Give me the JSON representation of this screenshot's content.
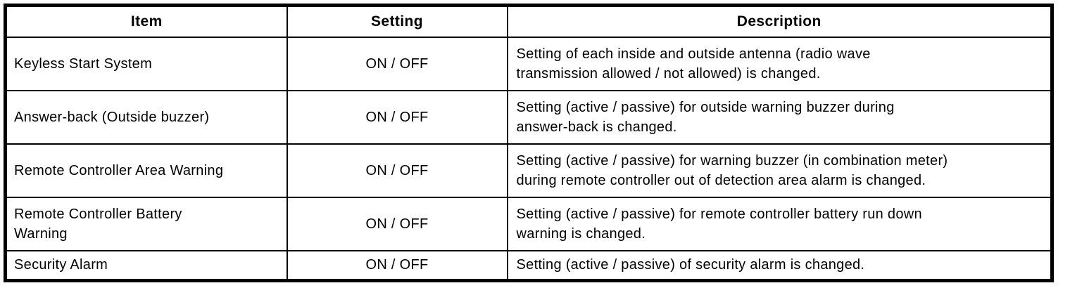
{
  "table": {
    "columns": [
      {
        "label": "Item"
      },
      {
        "label": "Setting"
      },
      {
        "label": "Description"
      }
    ],
    "rows": [
      {
        "item": "Keyless Start System",
        "setting": "ON / OFF",
        "description": "Setting of each inside and outside antenna (radio wave\ntransmission allowed / not allowed) is changed."
      },
      {
        "item": "Answer-back (Outside buzzer)",
        "setting": "ON / OFF",
        "description": "Setting (active / passive) for outside warning buzzer during\nanswer-back is changed."
      },
      {
        "item": "Remote Controller Area Warning",
        "setting": "ON / OFF",
        "description": "Setting (active / passive) for warning buzzer (in combination meter)\nduring remote controller out of detection area alarm is changed."
      },
      {
        "item": "Remote Controller Battery\nWarning",
        "setting": "ON / OFF",
        "description": "Setting (active / passive) for remote controller battery run down\nwarning is changed."
      },
      {
        "item": "Security Alarm",
        "setting": "ON / OFF",
        "description": "Setting (active / passive) of security alarm is changed."
      }
    ],
    "colors": {
      "border": "#000000",
      "background": "#ffffff",
      "text": "#000000"
    }
  }
}
